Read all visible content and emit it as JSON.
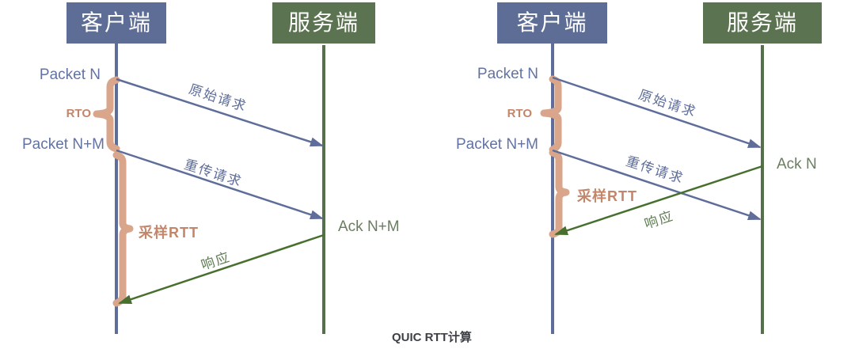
{
  "caption": "QUIC RTT计算",
  "diagrams": [
    {
      "client_label": "客户端",
      "server_label": "服务端",
      "packet_n": "Packet N",
      "packet_nm": "Packet N+M",
      "rto": "RTO",
      "sample_rtt": "采样RTT",
      "original_request": "原始请求",
      "retransmit_request": "重传请求",
      "response": "响应",
      "ack": "Ack N+M"
    },
    {
      "client_label": "客户端",
      "server_label": "服务端",
      "packet_n": "Packet N",
      "packet_nm": "Packet N+M",
      "rto": "RTO",
      "sample_rtt": "采样RTT",
      "original_request": "原始请求",
      "retransmit_request": "重传请求",
      "response": "响应",
      "ack": "Ack N"
    }
  ],
  "colors": {
    "client_box": "#5e6d96",
    "server_box": "#5b7351",
    "client_lifeline": "#5e6d99",
    "server_lifeline": "#55704a",
    "request_arrow": "#5e6d99",
    "response_arrow": "#47702f",
    "brace": "#d9a68b",
    "annotation_text": "#c4866a",
    "packet_label_text": "#6273a3",
    "ack_label_text": "#6b7d60",
    "caption_text": "#3d4146"
  }
}
